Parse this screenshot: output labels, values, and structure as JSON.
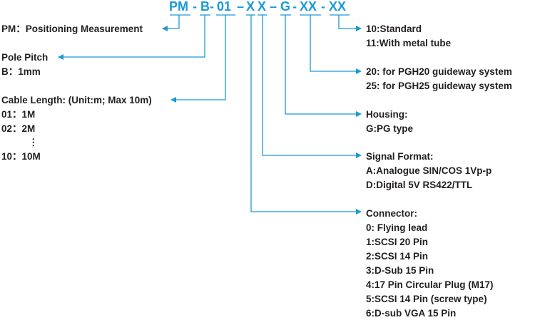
{
  "code": {
    "segments": [
      "PM",
      "-",
      "B-",
      "01",
      "–",
      "X",
      "X",
      "–",
      "G",
      "-",
      "XX",
      "-",
      "XX"
    ]
  },
  "left": {
    "pm": "PM：Positioning Measurement",
    "pole_pitch_title": "Pole Pitch",
    "pole_pitch_value": "B：1mm",
    "cable_title": "Cable Length: (Unit:m; Max 10m)",
    "cable_options": [
      "01：1M",
      "02：2M",
      "⋮",
      "10：10M"
    ]
  },
  "right": {
    "tube": [
      "10:Standard",
      "11:With metal tube"
    ],
    "guideway": [
      "20: for PGH20 guideway system",
      "25: for PGH25 guideway system"
    ],
    "housing": [
      "Housing:",
      "G:PG type"
    ],
    "signal": [
      "Signal Format:",
      "A:Analogue SIN/COS 1Vp-p",
      "D:Digital 5V RS422/TTL"
    ],
    "connector": [
      "Connector:",
      "0: Flying lead",
      "1:SCSI 20 Pin",
      "2:SCSI 14 Pin",
      "3:D-Sub 15 Pin",
      "4:17 Pin Circular Plug (M17)",
      "5:SCSI 14 Pin (screw type)",
      "6:D-sub VGA 15 Pin"
    ]
  },
  "colors": {
    "accent": "#1a9ad6",
    "text": "#231f20"
  }
}
